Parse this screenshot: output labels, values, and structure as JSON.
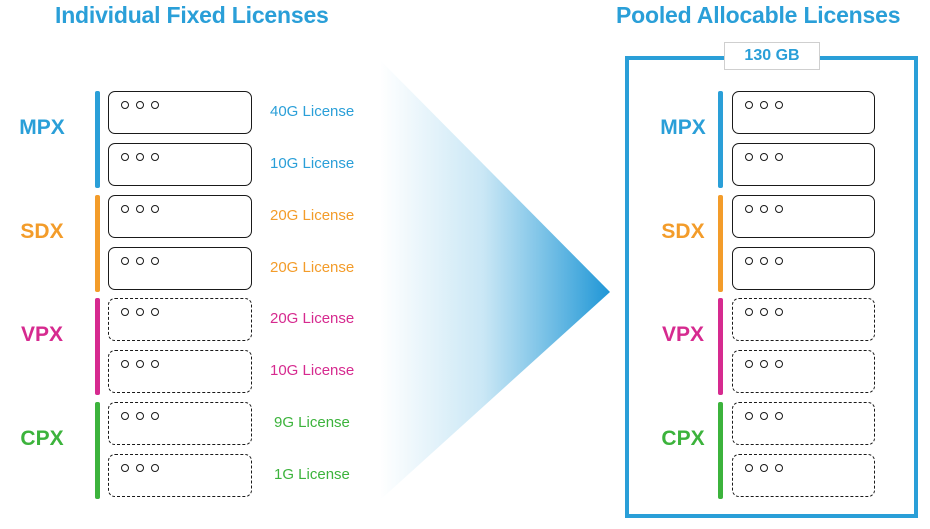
{
  "titles": {
    "left": "Individual Fixed Licenses",
    "right": "Pooled Allocable Licenses"
  },
  "pool": {
    "capacity": "130 GB"
  },
  "groups": [
    {
      "name": "MPX",
      "color": "#2a9fd8",
      "units": [
        {
          "license": "40G License",
          "style": "solid"
        },
        {
          "license": "10G License",
          "style": "solid"
        }
      ]
    },
    {
      "name": "SDX",
      "color": "#f39c2a",
      "units": [
        {
          "license": "20G License",
          "style": "solid"
        },
        {
          "license": "20G License",
          "style": "solid"
        }
      ]
    },
    {
      "name": "VPX",
      "color": "#d62a8f",
      "units": [
        {
          "license": "20G License",
          "style": "dashed"
        },
        {
          "license": "10G License",
          "style": "dashed"
        }
      ]
    },
    {
      "name": "CPX",
      "color": "#3cb33c",
      "units": [
        {
          "license": "9G License",
          "style": "dashed"
        },
        {
          "license": "1G License",
          "style": "dashed"
        }
      ]
    }
  ]
}
